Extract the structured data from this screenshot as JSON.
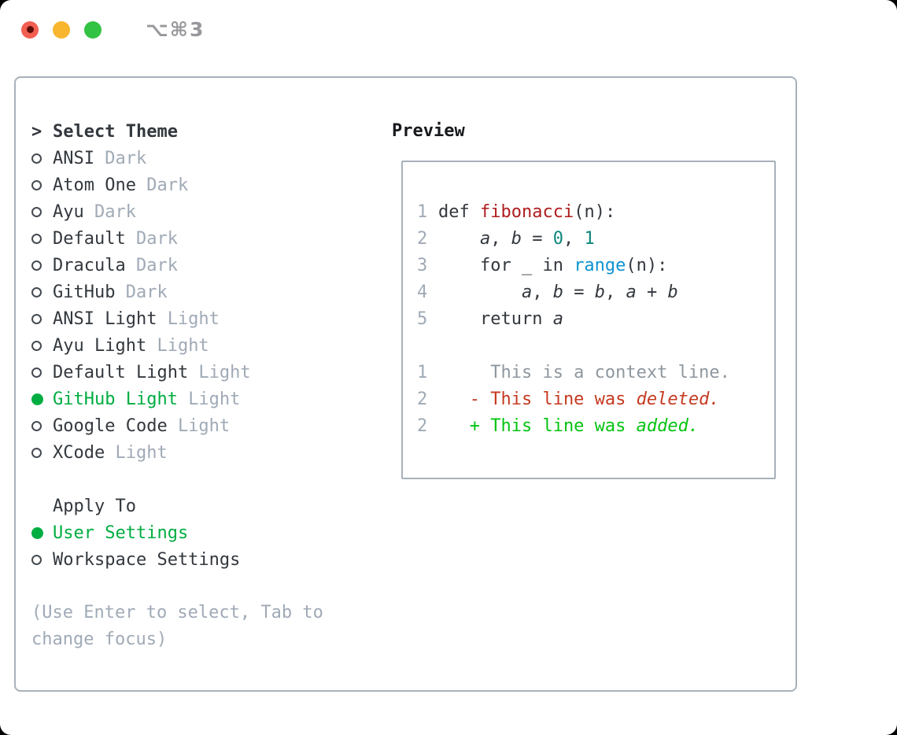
{
  "window": {
    "title": "⌥⌘3",
    "traffic_lights": [
      "close",
      "minimize",
      "zoom"
    ]
  },
  "colors": {
    "accent_green": "#00ad41",
    "added_green": "#04c311",
    "deleted_red": "#c53a21",
    "function_red": "#ae1d1f",
    "number_teal": "#0e867c",
    "builtin_blue": "#0f93d2",
    "muted_gray": "#a0aab6",
    "context_gray": "#8e979f",
    "text_dark": "#33383e",
    "border_gray": "#a8b1ba",
    "traffic_red": "#f25f51",
    "traffic_yellow": "#f8b52e",
    "traffic_green": "#33c344"
  },
  "theme_panel": {
    "header": {
      "cursor": ">",
      "label": "Select Theme"
    },
    "themes": [
      {
        "name": "ANSI",
        "variant": "Dark",
        "selected": false
      },
      {
        "name": "Atom One",
        "variant": "Dark",
        "selected": false
      },
      {
        "name": "Ayu",
        "variant": "Dark",
        "selected": false
      },
      {
        "name": "Default",
        "variant": "Dark",
        "selected": false
      },
      {
        "name": "Dracula",
        "variant": "Dark",
        "selected": false
      },
      {
        "name": "GitHub",
        "variant": "Dark",
        "selected": false
      },
      {
        "name": "ANSI Light",
        "variant": "Light",
        "selected": false
      },
      {
        "name": "Ayu Light",
        "variant": "Light",
        "selected": false
      },
      {
        "name": "Default Light",
        "variant": "Light",
        "selected": false
      },
      {
        "name": "GitHub Light",
        "variant": "Light",
        "selected": true
      },
      {
        "name": "Google Code",
        "variant": "Light",
        "selected": false
      },
      {
        "name": "XCode",
        "variant": "Light",
        "selected": false
      }
    ],
    "apply_to": {
      "label": "Apply To",
      "options": [
        {
          "name": "User Settings",
          "selected": true
        },
        {
          "name": "Workspace Settings",
          "selected": false
        }
      ]
    },
    "help_text": "(Use Enter to select, Tab to change focus)"
  },
  "preview": {
    "title": "Preview",
    "lines": [
      {
        "num": "1",
        "segments": [
          {
            "text": "def ",
            "style": "plain"
          },
          {
            "text": "fibonacci",
            "style": "function"
          },
          {
            "text": "(n):",
            "style": "plain"
          }
        ]
      },
      {
        "num": "2",
        "segments": [
          {
            "text": "    ",
            "style": "plain"
          },
          {
            "text": "a",
            "style": "variable"
          },
          {
            "text": ", ",
            "style": "plain"
          },
          {
            "text": "b",
            "style": "variable"
          },
          {
            "text": " = ",
            "style": "plain"
          },
          {
            "text": "0",
            "style": "number"
          },
          {
            "text": ", ",
            "style": "plain"
          },
          {
            "text": "1",
            "style": "number"
          }
        ]
      },
      {
        "num": "3",
        "segments": [
          {
            "text": "    for _ in ",
            "style": "plain"
          },
          {
            "text": "range",
            "style": "builtin"
          },
          {
            "text": "(n):",
            "style": "plain"
          }
        ]
      },
      {
        "num": "4",
        "segments": [
          {
            "text": "        ",
            "style": "plain"
          },
          {
            "text": "a",
            "style": "variable"
          },
          {
            "text": ", ",
            "style": "plain"
          },
          {
            "text": "b",
            "style": "variable"
          },
          {
            "text": " = ",
            "style": "plain"
          },
          {
            "text": "b",
            "style": "variable"
          },
          {
            "text": ", ",
            "style": "plain"
          },
          {
            "text": "a",
            "style": "variable"
          },
          {
            "text": " + ",
            "style": "plain"
          },
          {
            "text": "b",
            "style": "variable"
          }
        ]
      },
      {
        "num": "5",
        "segments": [
          {
            "text": "    return ",
            "style": "plain"
          },
          {
            "text": "a",
            "style": "variable"
          }
        ]
      },
      {
        "num": "",
        "segments": []
      },
      {
        "num": "1",
        "segments": [
          {
            "text": "     This is a context line.",
            "style": "context"
          }
        ]
      },
      {
        "num": "2",
        "segments": [
          {
            "text": "   - This line was ",
            "style": "deleted"
          },
          {
            "text": "deleted.",
            "style": "deleted-italic"
          }
        ]
      },
      {
        "num": "2",
        "segments": [
          {
            "text": "   + This line was ",
            "style": "added"
          },
          {
            "text": "added.",
            "style": "added-italic"
          }
        ]
      }
    ]
  }
}
